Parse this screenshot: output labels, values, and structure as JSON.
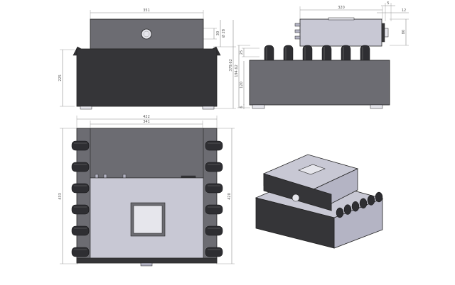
{
  "colors": {
    "dark": "#353538",
    "mid": "#6c6c72",
    "light": "#b4b4c4",
    "lighter": "#c8c8d4",
    "pale": "#e6e6ec",
    "knob": "#2e2e32",
    "line": "#222222",
    "dim": "#8a8a8a"
  },
  "views": {
    "front": {
      "dims": {
        "top_width": "351",
        "knob_dia": "Ø 28",
        "knob_height": "30",
        "total_height": "379.62",
        "body_height": "225"
      }
    },
    "side": {
      "dims": {
        "top_width": "320",
        "top_offset": "5",
        "top_right": "12",
        "top_height": "80",
        "knob_height": "25",
        "body_height": "194.62",
        "total_height": "120",
        "foot_height": "6"
      }
    },
    "top": {
      "dims": {
        "outer_width": "422",
        "inner_width": "341",
        "left_depth": "433",
        "right_depth": "420"
      }
    },
    "iso": {}
  }
}
